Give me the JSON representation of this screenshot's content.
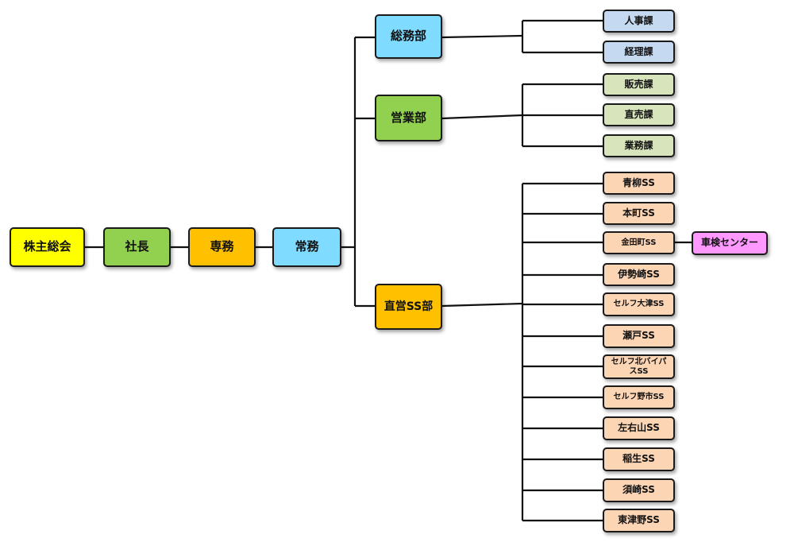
{
  "colors": {
    "shareholders": "#ffff00",
    "president": "#92d050",
    "senior_director": "#ffc000",
    "managing_director": "#7fdbff",
    "general_affairs": "#7fdbff",
    "sales": "#92d050",
    "direct_ss": "#ffc000",
    "ga_section": "#c5d9f1",
    "sales_section": "#d7e4bc",
    "station": "#fcd5b4",
    "inspection": "#ff99ff",
    "line": "#111111"
  },
  "chain": {
    "shareholders": "株主総会",
    "president": "社長",
    "senior_director": "専務",
    "managing_director": "常務"
  },
  "departments": {
    "general_affairs": "総務部",
    "sales": "営業部",
    "direct_ss": "直営SS部"
  },
  "general_affairs_sections": [
    "人事課",
    "経理課"
  ],
  "sales_sections": [
    "販売課",
    "直売課",
    "業務課"
  ],
  "stations": [
    {
      "label": "青柳SS"
    },
    {
      "label": "本町SS"
    },
    {
      "label": "金田町SS"
    },
    {
      "label": "伊勢崎SS"
    },
    {
      "label": "セルフ大津SS"
    },
    {
      "label": "瀬戸SS"
    },
    {
      "label": "セルフ北バイパスSS"
    },
    {
      "label": "セルフ野市SS"
    },
    {
      "label": "左右山SS"
    },
    {
      "label": "稲生SS"
    },
    {
      "label": "須崎SS"
    },
    {
      "label": "東津野SS"
    }
  ],
  "inspection_center": "車検センター"
}
